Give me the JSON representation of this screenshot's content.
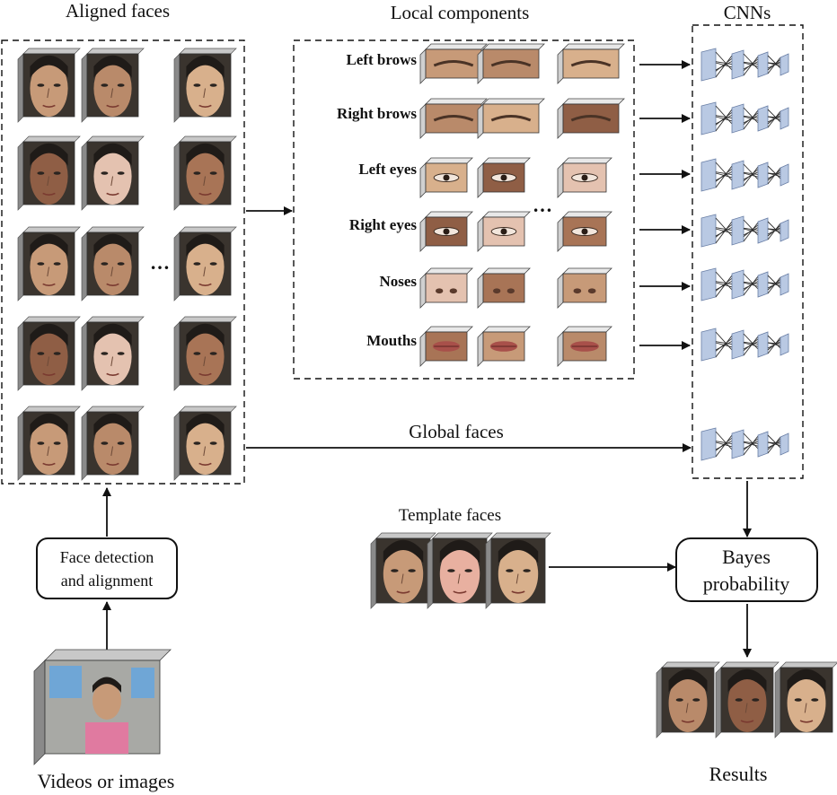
{
  "labels": {
    "aligned_faces": "Aligned faces",
    "local_components": "Local components",
    "cnns": "CNNs",
    "global_faces": "Global faces",
    "template_faces": "Template faces",
    "face_detection_line1": "Face detection",
    "face_detection_line2": "and alignment",
    "bayes_line1": "Bayes",
    "bayes_line2": "probability",
    "videos_or_images": "Videos or images",
    "results": "Results",
    "ellipsis": "…",
    "ellipsis_components": "…"
  },
  "components": [
    {
      "label": "Left brows"
    },
    {
      "label": "Right brows"
    },
    {
      "label": "Left eyes"
    },
    {
      "label": "Right eyes"
    },
    {
      "label": "Noses"
    },
    {
      "label": "Mouths"
    }
  ],
  "colors": {
    "skin": [
      "#c79a78",
      "#b98a6a",
      "#d8b08c",
      "#8f5e45",
      "#e4c2b0",
      "#a87456"
    ],
    "cnn_box": "#b9c9e3",
    "cnn_line": "#2b2b2b",
    "cube_side": "#8a8a8a",
    "cube_top": "#c8c8c8"
  }
}
